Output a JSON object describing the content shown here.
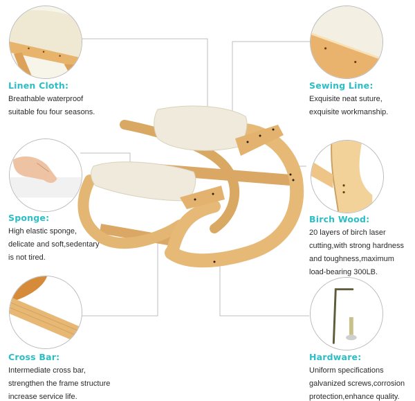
{
  "product": "Ergonomic kneeling chair",
  "colors": {
    "heading": "#2bbec6",
    "body_text": "#2a2a2a",
    "connector": "#b9b9b9",
    "wood": "#e3b676",
    "cushion": "#eee9d6"
  },
  "features": [
    {
      "id": "linen-cloth",
      "title": "Linen Cloth:",
      "lines": [
        "Breathable waterproof",
        "suitable fou four seasons."
      ],
      "icon": "linen-cushion-closeup-icon"
    },
    {
      "id": "sewing-line",
      "title": "Sewing Line:",
      "lines": [
        "Exquisite neat suture,",
        "exquisite workmanship."
      ],
      "icon": "sewing-seam-closeup-icon"
    },
    {
      "id": "sponge",
      "title": "Sponge:",
      "lines": [
        "High elastic sponge,",
        "delicate and soft,sedentary",
        "is not tired."
      ],
      "icon": "hand-pressing-sponge-icon"
    },
    {
      "id": "birch-wood",
      "title": "Birch Wood:",
      "lines": [
        "20 layers of birch laser",
        "cutting,with strong hardness",
        "and toughness,maximum",
        "load-bearing 300LB."
      ],
      "icon": "birch-plywood-closeup-icon"
    },
    {
      "id": "cross-bar",
      "title": "Cross Bar:",
      "lines": [
        "Intermediate cross bar,",
        "strengthen the frame structure",
        "increase service life."
      ],
      "icon": "wooden-cross-bar-closeup-icon"
    },
    {
      "id": "hardware",
      "title": "Hardware:",
      "lines": [
        "Uniform specifications",
        "galvanized screws,corrosion",
        "protection,enhance quality."
      ],
      "icon": "allen-key-and-screw-icon"
    }
  ]
}
